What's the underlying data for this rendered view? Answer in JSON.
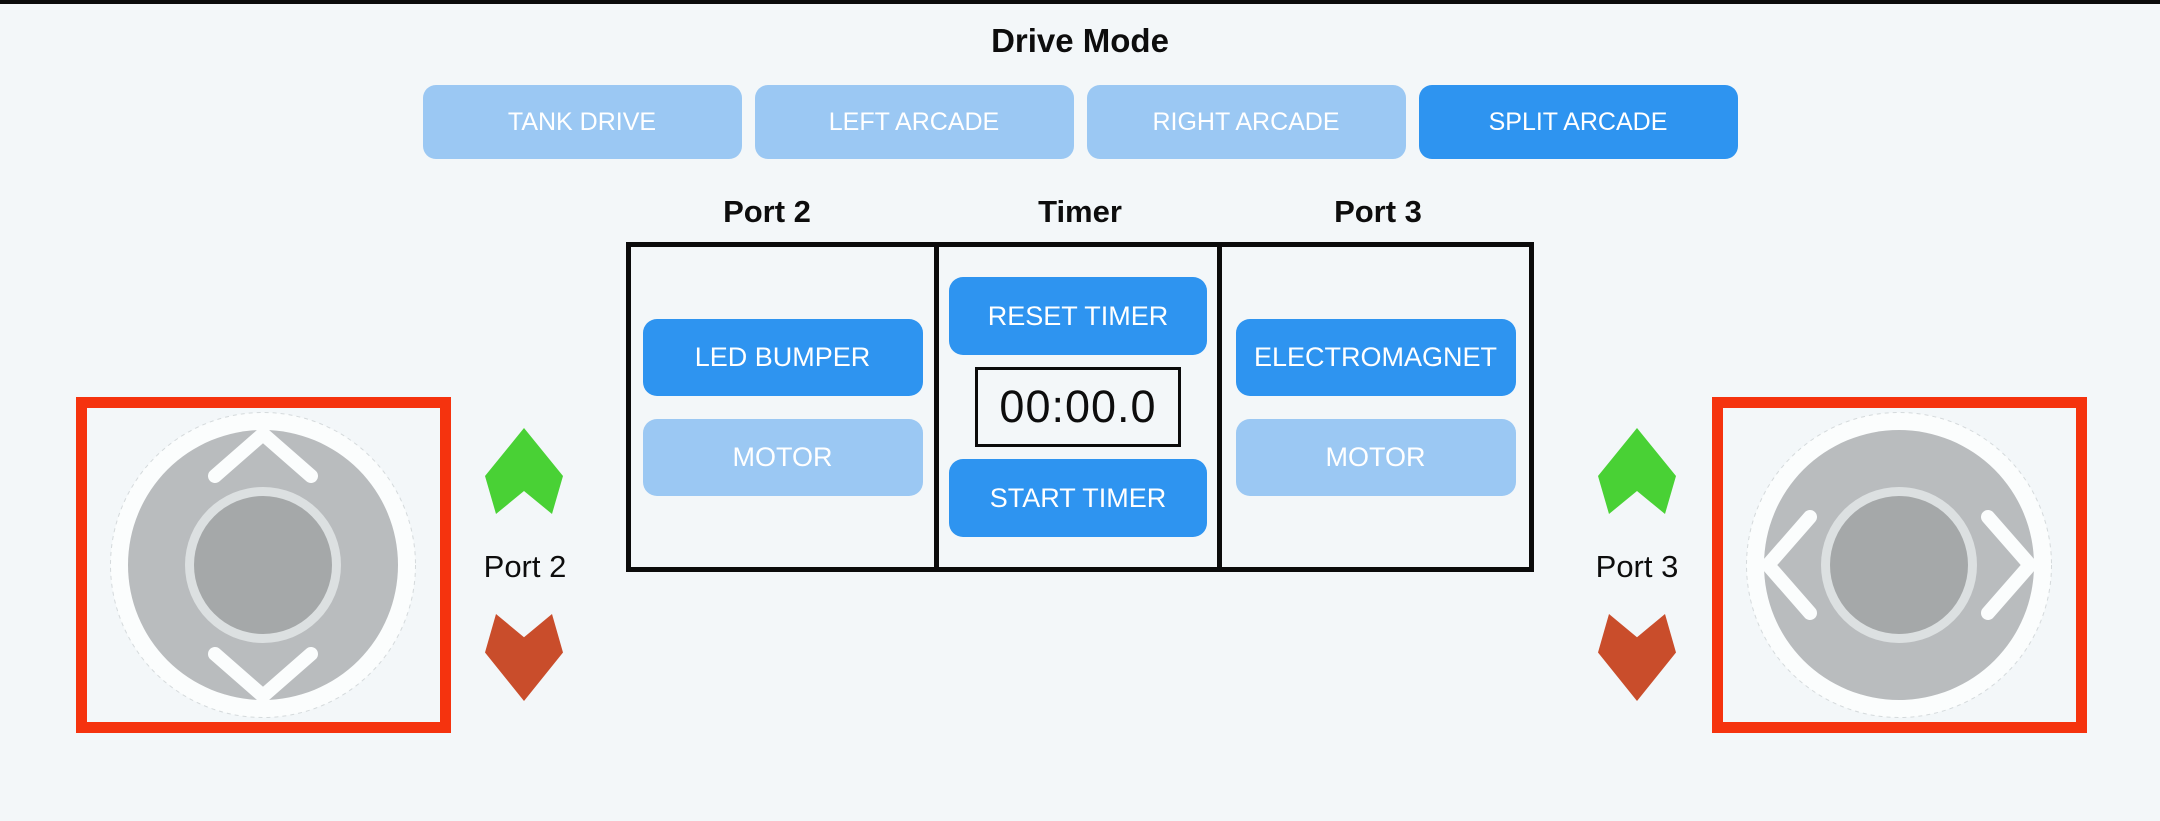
{
  "header": {
    "title": "Drive Mode"
  },
  "drive_mode": {
    "buttons": [
      {
        "label": "TANK DRIVE",
        "selected": false
      },
      {
        "label": "LEFT ARCADE",
        "selected": false
      },
      {
        "label": "RIGHT ARCADE",
        "selected": false
      },
      {
        "label": "SPLIT ARCADE",
        "selected": true
      }
    ]
  },
  "control_panel": {
    "headers": {
      "left": "Port 2",
      "center": "Timer",
      "right": "Port 3"
    },
    "port2": {
      "buttons": [
        {
          "label": "LED BUMPER",
          "on": true
        },
        {
          "label": "MOTOR",
          "on": false
        }
      ]
    },
    "timer": {
      "reset_label": "RESET TIMER",
      "display_value": "00:00.0",
      "start_label": "START TIMER"
    },
    "port3": {
      "buttons": [
        {
          "label": "ELECTROMAGNET",
          "on": true
        },
        {
          "label": "MOTOR",
          "on": false
        }
      ]
    }
  },
  "left_control": {
    "port_label": "Port 2",
    "joystick_axis": "vertical"
  },
  "right_control": {
    "port_label": "Port 3",
    "joystick_axis": "horizontal"
  },
  "colors": {
    "background": "#f3f7f9",
    "accent_blue": "#2e94f0",
    "muted_blue": "#9bc8f3",
    "panel_border": "#0b0b0b",
    "alert_red": "#f5330e",
    "success_green": "#49d135",
    "warn_red": "#c94d2b",
    "joystick_gray": "#b9bcbe",
    "joystick_knob": "#a5a8a9",
    "joystick_ring": "#dce0e1",
    "joystick_base": "#fbfdfd",
    "text_dark": "#0d0d0d",
    "text_light": "#ffffff"
  }
}
